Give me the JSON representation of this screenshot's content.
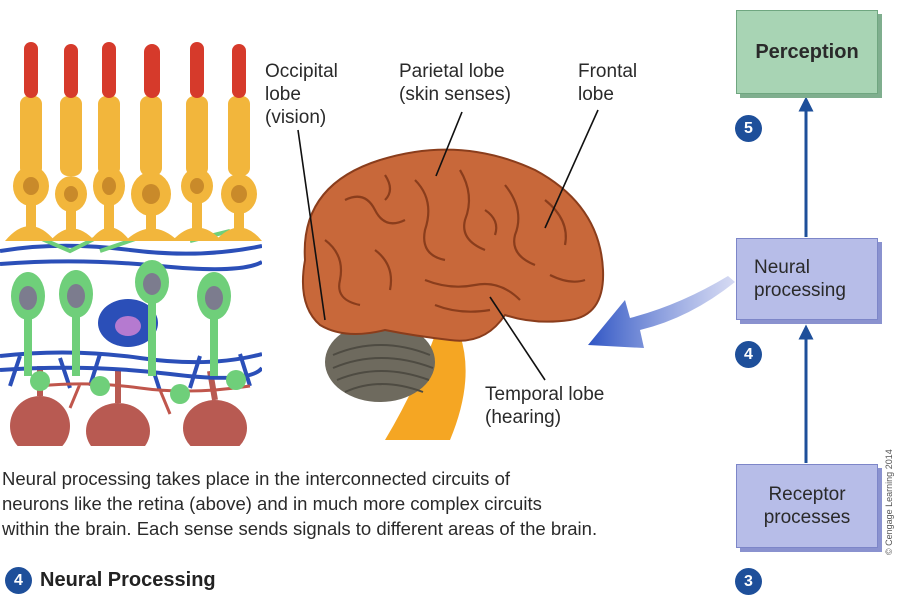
{
  "labels": {
    "occipital": [
      "Occipital",
      "lobe",
      "(vision)"
    ],
    "parietal": [
      "Parietal lobe",
      "(skin senses)"
    ],
    "frontal": [
      "Frontal",
      "lobe"
    ],
    "temporal": [
      "Temporal lobe",
      "(hearing)"
    ]
  },
  "flow": {
    "perception": "Perception",
    "neural": [
      "Neural",
      "processing"
    ],
    "receptor": [
      "Receptor",
      "processes"
    ],
    "step5": "5",
    "step4": "4",
    "step3": "3"
  },
  "caption": [
    "Neural processing takes place in the interconnected circuits of",
    "neurons like the retina (above) and in much more complex circuits",
    "within the brain. Each sense sends signals to different areas of the brain."
  ],
  "section": {
    "number": "4",
    "title": "Neural Processing"
  },
  "credit": "© Cengage Learning 2014",
  "colors": {
    "accent": "#1e4f9a",
    "box_blue": "#b7bde8",
    "box_green": "#a8d4b4",
    "brain": "#c8683a",
    "photoreceptor": "#f2b63c"
  }
}
